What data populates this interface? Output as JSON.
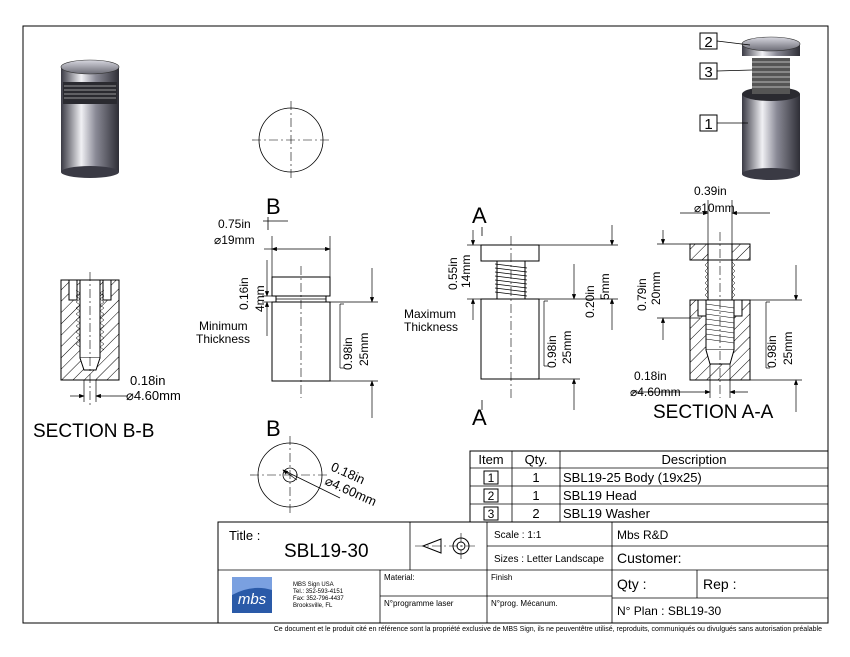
{
  "views": {
    "section_bb": "SECTION B-B",
    "section_aa": "SECTION A-A",
    "b_top": "B",
    "b_bottom": "B",
    "a_top": "A",
    "a_bottom": "A"
  },
  "dimensions": {
    "bb_hole_in": "0.18in",
    "bb_hole_mm": "⌀4.60mm",
    "head_w_in": "0.75in",
    "head_w_mm": "⌀19mm",
    "min_gap_in": "0.16in",
    "min_gap_mm": "4mm",
    "min_label_1": "Minimum",
    "min_label_2": "Thickness",
    "body_h_in": "0.98in",
    "body_h_mm": "25mm",
    "end_hole_in": "0.18in",
    "end_hole_mm": "⌀4.60mm",
    "head_h_in": "0.55in",
    "head_h_mm": "14mm",
    "max_label_1": "Maximum",
    "max_label_2": "Thickness",
    "a_body_in": "0.98in",
    "a_body_mm": "25mm",
    "a_thread_in": "0.20in",
    "a_thread_mm": "5mm",
    "aa_top_in": "0.39in",
    "aa_top_mm": "⌀10mm",
    "aa_total_in": "0.79in",
    "aa_total_mm": "20mm",
    "aa_body_in": "0.98in",
    "aa_body_mm": "25mm",
    "aa_hole_in": "0.18in",
    "aa_hole_mm": "⌀4.60mm"
  },
  "balloons": [
    "2",
    "3",
    "1"
  ],
  "bom": {
    "headers": [
      "Item",
      "Qty.",
      "Description"
    ],
    "rows": [
      {
        "item": "1",
        "qty": "1",
        "desc": "SBL19-25 Body (19x25)"
      },
      {
        "item": "2",
        "qty": "1",
        "desc": "SBL19 Head"
      },
      {
        "item": "3",
        "qty": "2",
        "desc": "SBL19 Washer"
      }
    ]
  },
  "title_block": {
    "title_label": "Title :",
    "title": "SBL19-30",
    "scale": "Scale : 1:1",
    "sizes": "Sizes : Letter Landscape",
    "company": "Mbs R&D",
    "customer": "Customer:",
    "qty": "Qty :",
    "rep": "Rep :",
    "material": "Material:",
    "finish": "Finish",
    "prog_laser": "N°programme laser",
    "prog_meca": "N°prog. Mécanum.",
    "plan": "N° Plan : SBL19-30",
    "logo_text": "mbs",
    "company_name": "MBS Sign USA",
    "tel": "Tel.: 352-593-4151",
    "fax": "Fax: 352-796-4437",
    "city": "Brooksville, FL"
  },
  "footer": "Ce document et le produit cité en référence sont la propriété exclusive de MBS Sign, ils ne peuventêtre utilisé, reproduits, communiqués ou divulgués sans autorisation préalable",
  "colors": {
    "line": "#000000",
    "metal_dark": "#4a4a55",
    "metal_light": "#e8e8ee",
    "logo_blue": "#2a5aa8"
  }
}
